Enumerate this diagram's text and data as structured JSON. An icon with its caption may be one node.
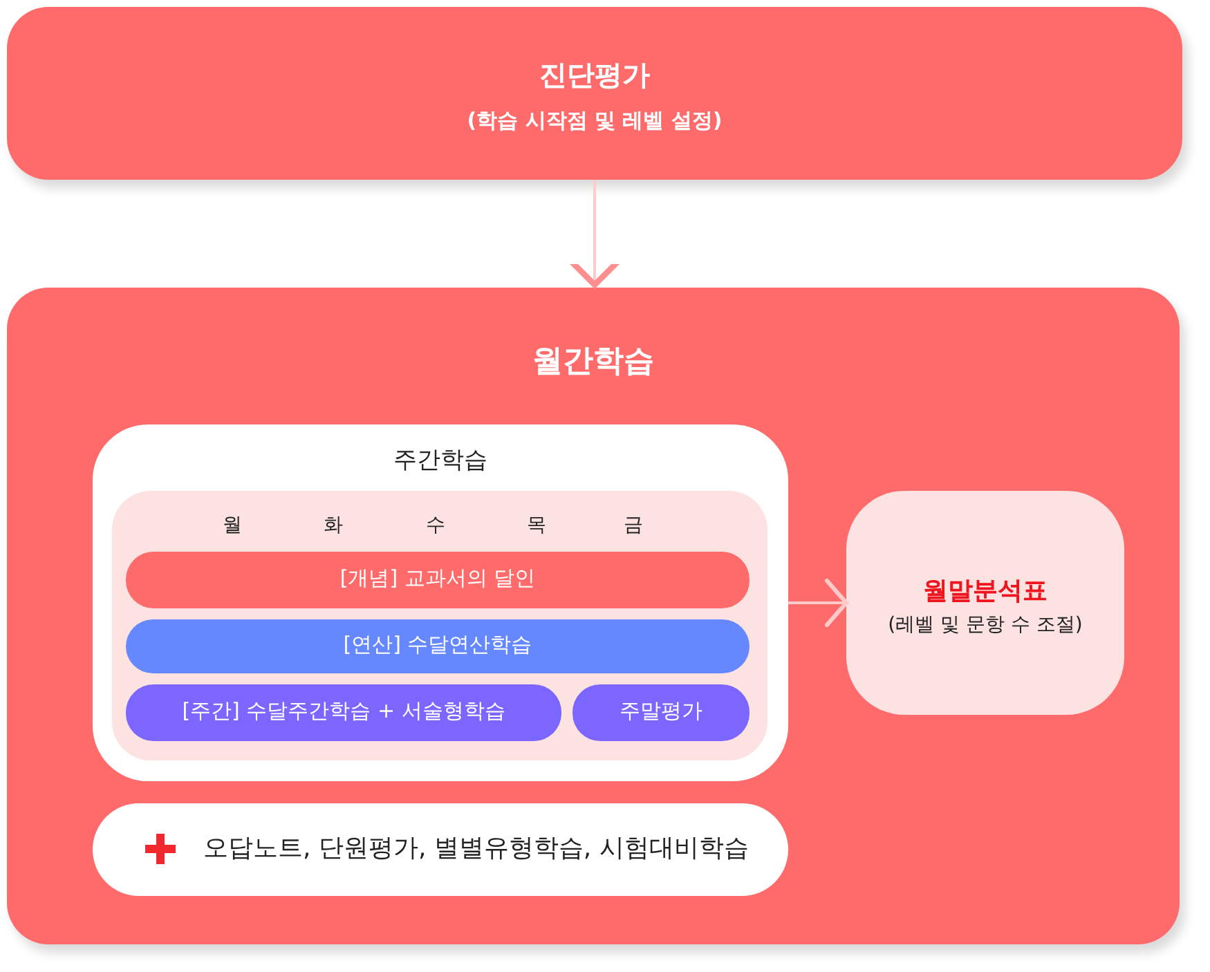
{
  "diagram": {
    "nodes": [
      {
        "text": [
          "진단평가",
          "(학습 시작점 및 레벨 설정)"
        ]
      },
      {
        "text": [
          "월간학습"
        ]
      },
      {
        "text": [
          "주간학습"
        ],
        "in": 1
      },
      {
        "text": [
          "월",
          "화",
          "수",
          "목",
          "금"
        ],
        "in": 2
      },
      {
        "text": [
          "[개념] 교과서의 달인"
        ],
        "in": 3
      },
      {
        "text": [
          "[연산] 수달연산학습"
        ],
        "in": 3
      },
      {
        "text": [
          "[주간] 수달주간학습 + 서술형학습"
        ],
        "in": 3
      },
      {
        "text": [
          "주말평가"
        ],
        "in": 3
      },
      {
        "text": [
          "월말분석표",
          "(레벨 및 문항 수 조절)"
        ],
        "in": 1
      },
      {
        "text": [
          "오답노트, 단원평가, 별별유형학습, 시험대비학습"
        ],
        "in": 1
      }
    ],
    "edges": [
      {
        "from": 0,
        "to": 1,
        "arrow": "to"
      },
      {
        "from": 2,
        "to": 8,
        "arrow": "to"
      }
    ]
  }
}
